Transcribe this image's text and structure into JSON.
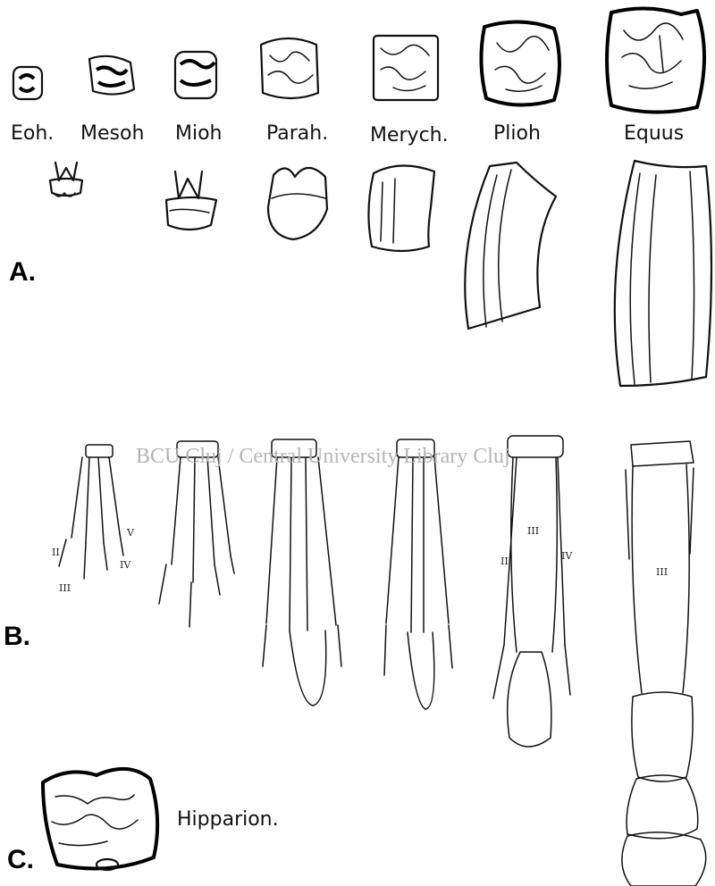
{
  "section_labels": {
    "a": "A.",
    "b": "B.",
    "c": "C."
  },
  "teeth": [
    {
      "label": "Eoh."
    },
    {
      "label": "Mesoh"
    },
    {
      "label": "Mioh"
    },
    {
      "label": "Parah."
    },
    {
      "label": "Merych."
    },
    {
      "label": "Plioh"
    },
    {
      "label": "Equus"
    }
  ],
  "digits": {
    "eoh": {
      "ii": "II",
      "iii": "III",
      "iv": "IV",
      "v": "V"
    },
    "plioh": {
      "ii": "II",
      "iii": "III",
      "iv": "IV"
    },
    "equus": {
      "iii": "III"
    }
  },
  "hipparion_label": "Hipparion.",
  "watermark": "BCU Cluj / Central University Library Cluj"
}
